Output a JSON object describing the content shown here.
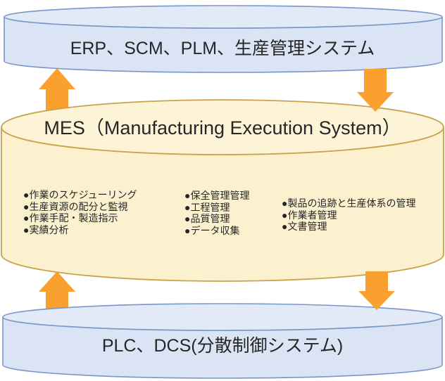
{
  "diagram": {
    "top_cylinder": {
      "label": "ERP、SCM、PLM、生産管理システム"
    },
    "mes_cylinder": {
      "title": "MES（Manufacturing Execution System）",
      "columns": [
        {
          "items": [
            "●作業のスケジューリング",
            "●生産資源の配分と監視",
            "●作業手配・製造指示",
            "●実績分析"
          ]
        },
        {
          "items": [
            "●保全管理管理",
            "●工程管理",
            "●品質管理",
            "●データ収集"
          ]
        },
        {
          "items": [
            "●製品の追跡と生産体系の管理",
            "●作業者管理",
            "●文書管理"
          ]
        }
      ]
    },
    "bottom_cylinder": {
      "label": "PLC、DCS(分散制御システム)"
    },
    "colors": {
      "arrow_orange": "#F9A02F",
      "blue_fill": "#DAE4F4",
      "blue_top_fill": "#E2EAF8",
      "blue_border": "#7A96C8",
      "cream_fill": "#FCF1CE",
      "cream_top_fill": "#FDF4D8",
      "gold_border": "#C9A34A",
      "text": "#262626"
    }
  }
}
